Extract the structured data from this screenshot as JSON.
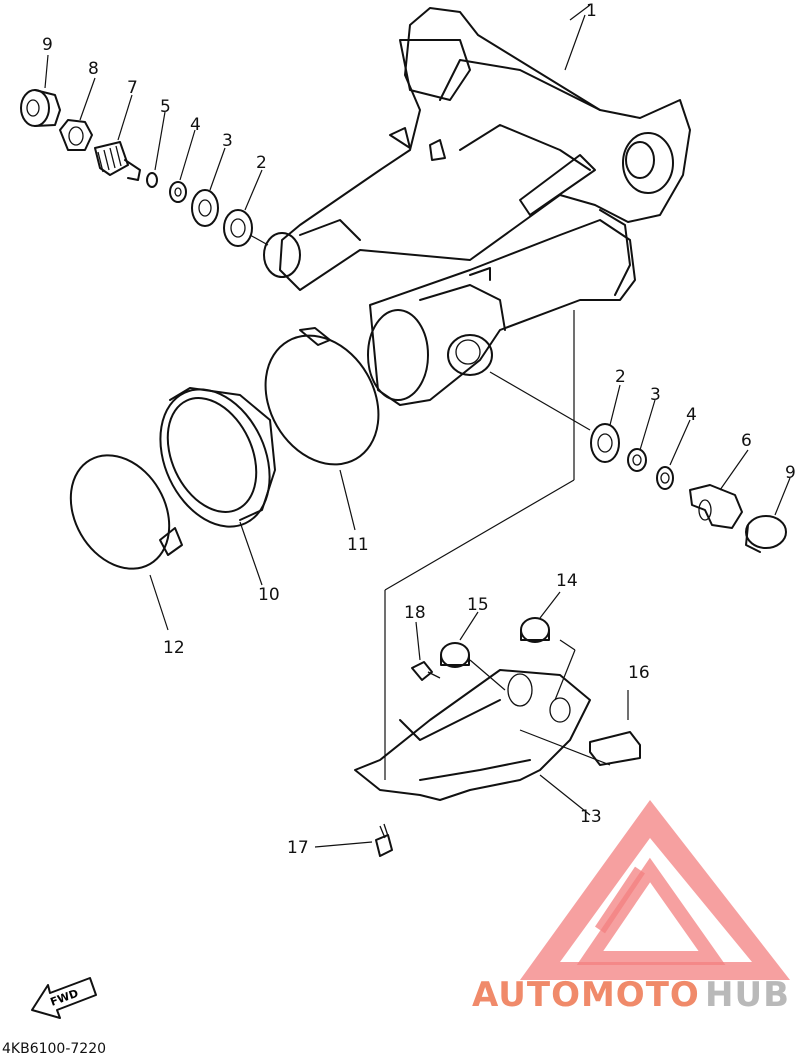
{
  "diagram": {
    "part_numbers": [
      "1",
      "2",
      "3",
      "4",
      "5",
      "6",
      "7",
      "8",
      "9",
      "10",
      "11",
      "12",
      "13",
      "14",
      "15",
      "16",
      "17",
      "18"
    ],
    "labels": [
      {
        "id": "label-1",
        "text": "1"
      },
      {
        "id": "label-2-left",
        "text": "2"
      },
      {
        "id": "label-3-left",
        "text": "3"
      },
      {
        "id": "label-4-left",
        "text": "4"
      },
      {
        "id": "label-5",
        "text": "5"
      },
      {
        "id": "label-7",
        "text": "7"
      },
      {
        "id": "label-8",
        "text": "8"
      },
      {
        "id": "label-9-left",
        "text": "9"
      },
      {
        "id": "label-2-right",
        "text": "2"
      },
      {
        "id": "label-3-right",
        "text": "3"
      },
      {
        "id": "label-4-right",
        "text": "4"
      },
      {
        "id": "label-6",
        "text": "6"
      },
      {
        "id": "label-9-right",
        "text": "9"
      },
      {
        "id": "label-10",
        "text": "10"
      },
      {
        "id": "label-11",
        "text": "11"
      },
      {
        "id": "label-12",
        "text": "12"
      },
      {
        "id": "label-13",
        "text": "13"
      },
      {
        "id": "label-14",
        "text": "14"
      },
      {
        "id": "label-15",
        "text": "15"
      },
      {
        "id": "label-16",
        "text": "16"
      },
      {
        "id": "label-17",
        "text": "17"
      },
      {
        "id": "label-18",
        "text": "18"
      }
    ],
    "direction_label": "FWD",
    "drawing_code": "4KB6100-7220"
  },
  "watermark": {
    "text_part1": "AUTOMOTO",
    "text_part2": "HUB",
    "color_primary": "#f08a6a",
    "color_secondary": "#b9b9b9",
    "logo_color": "#f26b6b"
  }
}
